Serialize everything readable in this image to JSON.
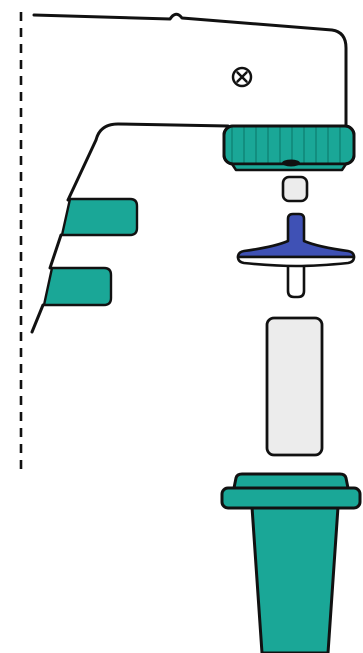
{
  "figure": {
    "kind": "exploded-assembly-illustration",
    "palette": {
      "outline": "#111111",
      "teal": "#1aa797",
      "teal_dark": "#0c7a6c",
      "blue": "#3f51b5",
      "light_gray": "#ececec",
      "white": "#ffffff"
    },
    "parts": [
      {
        "id": "instrument-body",
        "icon": "handheld-device-outline"
      },
      {
        "id": "screw-mark",
        "icon": "circled-x"
      },
      {
        "id": "side-tab-upper",
        "color": "teal"
      },
      {
        "id": "side-tab-lower",
        "color": "teal"
      },
      {
        "id": "threaded-collar",
        "color": "teal"
      },
      {
        "id": "small-seal",
        "color": "light_gray"
      },
      {
        "id": "cross-valve",
        "color": "blue"
      },
      {
        "id": "cylinder-filter",
        "color": "light_gray"
      },
      {
        "id": "cone-tip",
        "color": "teal"
      }
    ],
    "dashed_guide": true
  }
}
